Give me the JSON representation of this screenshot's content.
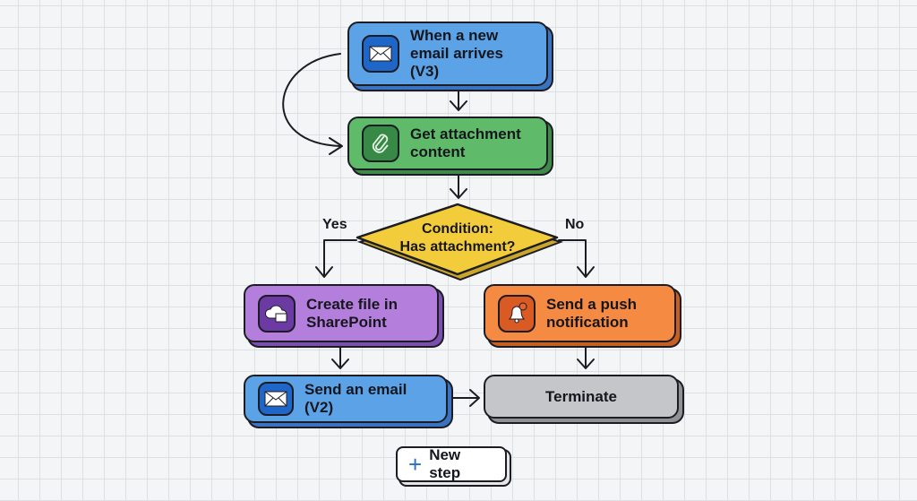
{
  "nodes": {
    "trigger": {
      "label": "When a new email arrives (V3)",
      "icon": "envelope-icon",
      "color": "#5ba3e6",
      "shadow": "#3a74c0"
    },
    "get_attachment": {
      "label": "Get attachment content",
      "icon": "paperclip-icon",
      "color": "#5fbb69",
      "shadow": "#3f8a48"
    },
    "condition": {
      "label_line1": "Condition:",
      "label_line2": "Has attachment?",
      "color": "#f2cc3b"
    },
    "create_file": {
      "label": "Create file in SharePoint",
      "icon": "cloud-folder-icon",
      "color": "#b47fdc",
      "shadow": "#7b4fae"
    },
    "push": {
      "label": "Send a push notification",
      "icon": "bell-icon",
      "color": "#f58a43",
      "shadow": "#c65f22"
    },
    "send_email": {
      "label": "Send an email (V2)",
      "icon": "envelope-icon",
      "color": "#5ba3e6",
      "shadow": "#3a74c0"
    },
    "terminate": {
      "label": "Terminate",
      "color": "#c4c6c9",
      "shadow": "#8f9194"
    }
  },
  "branches": {
    "yes": "Yes",
    "no": "No"
  },
  "new_step": {
    "label": "New step",
    "icon": "plus-icon"
  }
}
